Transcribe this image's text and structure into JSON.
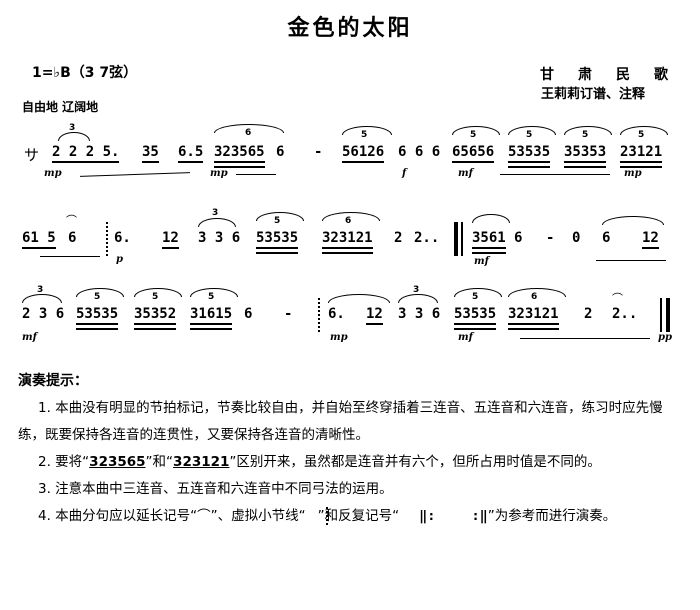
{
  "header": {
    "title": "金色的太阳",
    "key": "1=♭B（3  7弦）",
    "origin": "甘肃民歌",
    "editor": "王莉莉订谱、注释",
    "tempo": "自由地  辽阔地"
  },
  "score": {
    "row1": {
      "prefix": "サ",
      "tokens": [
        "2 2 2 5.",
        "35",
        "6.5",
        "323565",
        "6",
        "-",
        "56126",
        "6 6 6",
        "65656",
        "53535",
        "35353",
        "23121"
      ],
      "dynamics": [
        "mp",
        "mp",
        "f",
        "mf",
        "mp"
      ]
    },
    "row2": {
      "tokens": [
        "61 5",
        "6",
        "6.",
        "12",
        "3 3 6",
        "53535",
        "323121",
        "2",
        "2..",
        "3561",
        "6",
        "-",
        "0",
        "6",
        "12"
      ],
      "dynamics": [
        "p",
        "mf"
      ]
    },
    "row3": {
      "tokens": [
        "2 3 6",
        "53535",
        "35352",
        "31615",
        "6",
        "-",
        "6.",
        "12",
        "3 3 6",
        "53535",
        "323121",
        "2",
        "2.."
      ],
      "dynamics": [
        "mf",
        "mp",
        "mf",
        "pp"
      ]
    }
  },
  "notes": {
    "heading": "演奏提示：",
    "item1": "1. 本曲没有明显的节拍标记，节奏比较自由，并自始至终穿插着三连音、五连音和六连音，练习时应先慢练，既要保持各连音的连贯性，又要保持各连音的清晰性。",
    "item2_a": "2. 要将“",
    "item2_b": "323565",
    "item2_c": "”和“",
    "item2_d": "323121",
    "item2_e": "”区别开来，虽然都是连音并有六个，但所占用时值是不同的。",
    "item3": "3. 注意本曲中三连音、五连音和六连音中不同弓法的运用。",
    "item4_a": "4. 本曲分句应以延长记号“",
    "item4_fermata": "⌒",
    "item4_b": "”、虚拟小节线“",
    "item4_c": "”和反复记号“",
    "item4_rep1": "‖:",
    "item4_rep2": ":‖",
    "item4_d": "”为参考而进行演奏。"
  }
}
